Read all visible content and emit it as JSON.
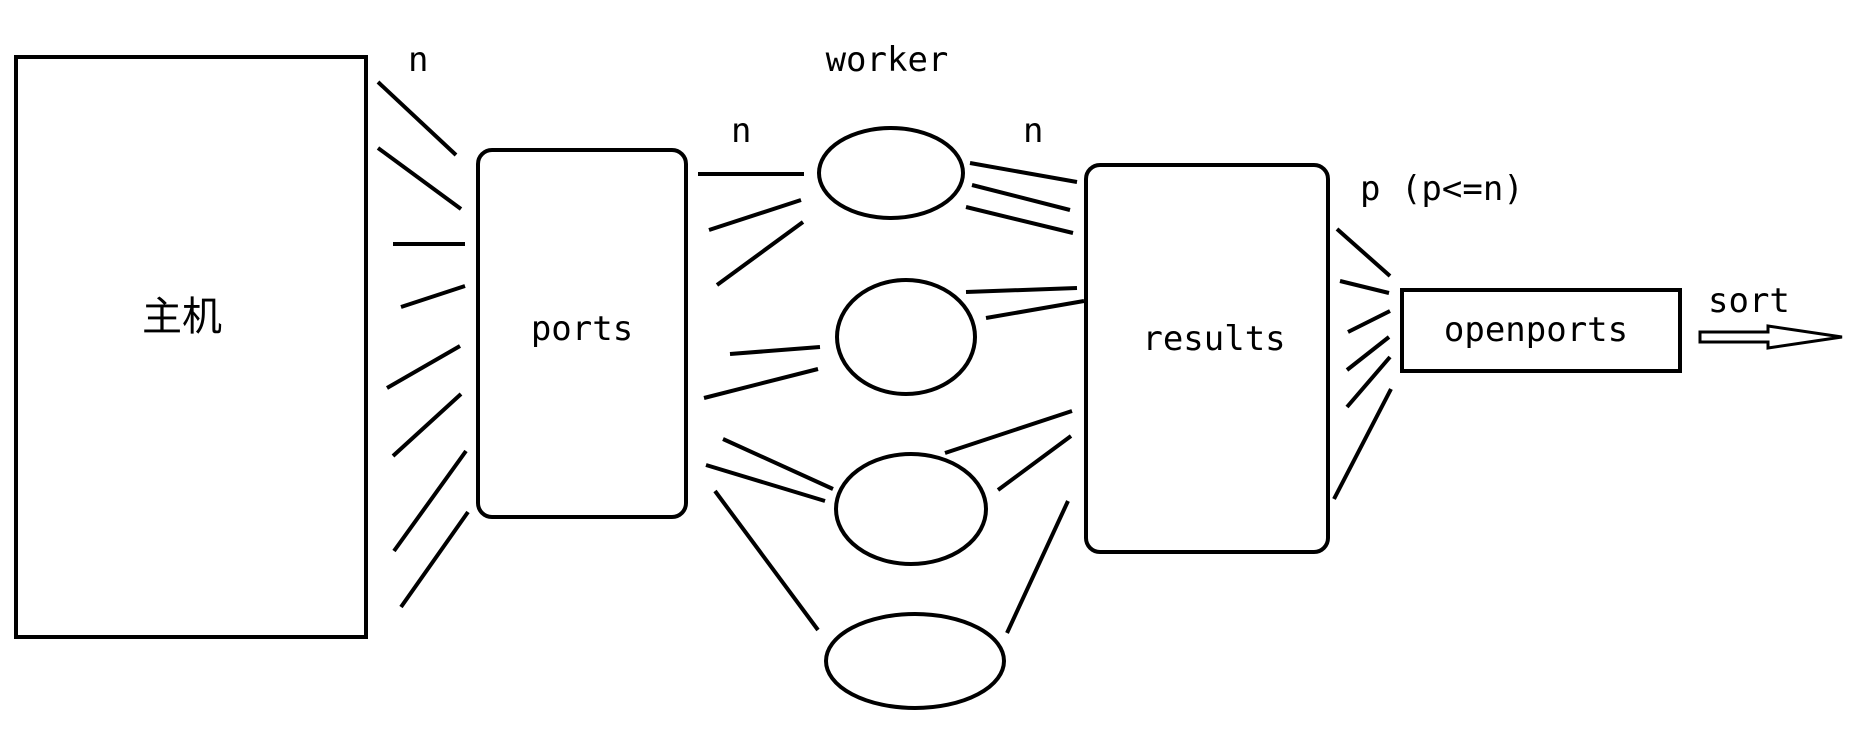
{
  "nodes": {
    "host": "主机",
    "ports": "ports",
    "results": "results",
    "openports": "openports"
  },
  "labels": {
    "worker": "worker",
    "host_to_ports_count": "n",
    "ports_to_worker_count": "n",
    "worker_to_results_count": "n",
    "results_to_openports_count": "p (p<=n)",
    "output": "sort"
  },
  "worker_count_shown": 4
}
